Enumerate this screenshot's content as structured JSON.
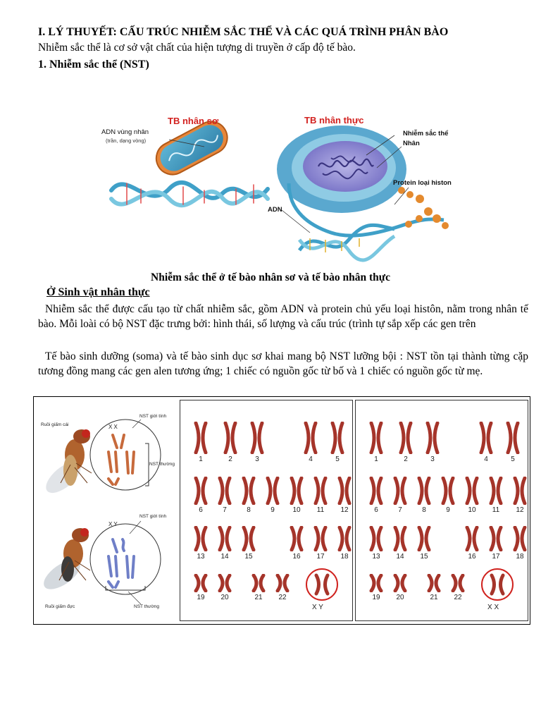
{
  "heading": "I. LÝ THUYẾT: CẤU TRÚC NHIỄM SẮC THỂ VÀ CÁC QUÁ TRÌNH PHÂN BÀO",
  "intro": "Nhiễm sắc thể là cơ sở vật chất của hiện tượng di truyền ở cấp độ tế bào.",
  "section1": "1. Nhiễm sắc thể (NST)",
  "figure1": {
    "prokaryote_title": "TB nhân sơ",
    "eukaryote_title": "TB nhân thực",
    "label_adn_region": "ADN vùng nhân",
    "label_adn_region_note": "(trần, dạng vòng)",
    "label_chromosome": "Nhiễm sắc thể",
    "label_nucleus": "Nhân",
    "label_histone": "Protein loại histon",
    "label_adn": "ADN",
    "caption": "Nhiễm sắc thể ở tế bào nhân sơ và tế bào nhân thực"
  },
  "subsection": "Ở Sinh vật nhân thực",
  "paragraph1": "Nhiễm sắc thể được cấu tạo từ chất nhiễm sắc, gồm ADN và protein chủ yếu loại histôn, nằm trong nhân tế bào. Mỗi loài có bộ NST đặc trưng bởi: hình thái, số lượng và cấu trúc (trình tự sắp xếp các gen trên",
  "paragraph2": "Tế bào sinh dưỡng (soma) và tế bào sinh dục sơ khai mang bộ NST lưỡng bội       : NST tồn tại thành từng cặp tương đồng mang các gen alen tương ứng; 1 chiếc có nguồn gốc từ bố và 1 chiếc có nguồn gốc từ mẹ.",
  "figure2": {
    "fly_female": "Ruồi giấm cái",
    "fly_male": "Ruồi giấm đực",
    "sex_chromosome": "NST giới tính",
    "autosome": "NST thường",
    "female_sex_letters": "X  X",
    "male_sex_letters": "X  Y",
    "karyotype_rows": [
      [
        "1",
        "2",
        "3",
        "4",
        "5"
      ],
      [
        "6",
        "7",
        "8",
        "9",
        "10",
        "11",
        "12"
      ],
      [
        "13",
        "14",
        "15",
        "16",
        "17",
        "18"
      ],
      [
        "19",
        "20",
        "21",
        "22"
      ]
    ],
    "male_sex_pair": "X  Y",
    "female_sex_pair": "X  X",
    "colors": {
      "chromosome": "#a5342a",
      "circle": "#d0231f"
    }
  }
}
